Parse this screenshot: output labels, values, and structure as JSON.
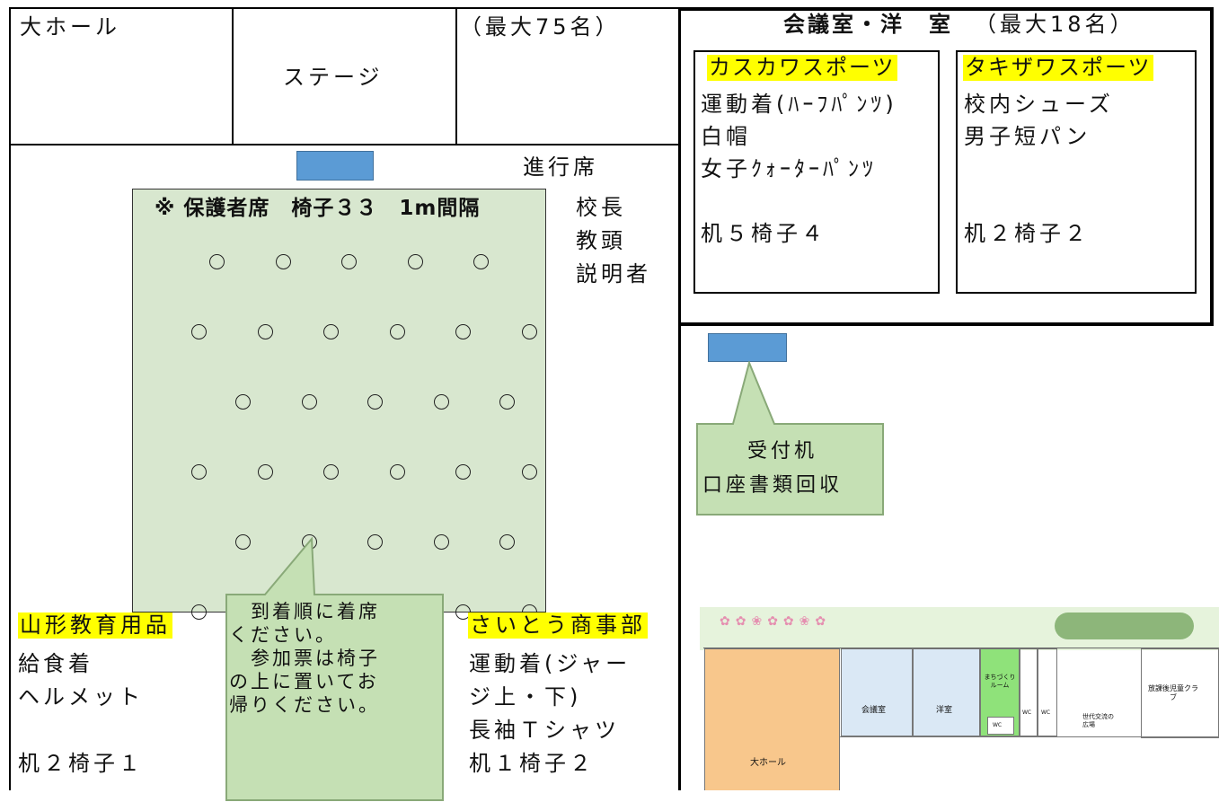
{
  "hall": {
    "name": "大ホール",
    "stage": "ステージ",
    "capacity": "（最大75名）",
    "progress_seat": "進行席",
    "officials": [
      "校長",
      "教頭",
      "説明者"
    ],
    "parent_area_note": "※ 保護者席　椅子３３　1m間隔",
    "seat_symbol": "○",
    "seat_rows": [
      5,
      6,
      5,
      6,
      5,
      6
    ],
    "bubble": [
      "　到着順に着席",
      "ください。",
      "　参加票は椅子",
      "の上に置いてお",
      "帰りください。"
    ]
  },
  "vendors_hall": [
    {
      "name": "山形教育用品",
      "items": [
        "給食着",
        "ヘルメット",
        "",
        "机２椅子１"
      ]
    },
    {
      "name": "さいとう商事部",
      "items": [
        "運動着(ジャー",
        "ジ上・下)",
        "長袖Ｔシャツ",
        "机１椅子２"
      ]
    }
  ],
  "meeting_room": {
    "title": "会議室・洋　室",
    "capacity": "（最大18名）",
    "vendors": [
      {
        "name": "カスカワスポーツ",
        "items": [
          "運動着(ﾊｰﾌﾊﾟﾝﾂ)",
          "白帽",
          "女子ｸｫｰﾀｰﾊﾟﾝﾂ",
          "",
          "机５椅子４"
        ]
      },
      {
        "name": "タキザワスポーツ",
        "items": [
          "校内シューズ",
          "男子短パン",
          "",
          "",
          "机２椅子２"
        ]
      }
    ]
  },
  "reception": {
    "lines": [
      "受付机",
      "口座書類回収"
    ]
  },
  "floor_map": {
    "rooms": [
      "大ホール",
      "会議室",
      "洋室",
      "まちづくりルーム",
      "WC",
      "WC",
      "WC",
      "世代交流の広場",
      "放課後児童クラブ"
    ]
  },
  "colors": {
    "highlight": "#ffff00",
    "seat_area": "#d8e7cf",
    "table_blue": "#5b9bd5",
    "callout": "#c5e0b4"
  }
}
